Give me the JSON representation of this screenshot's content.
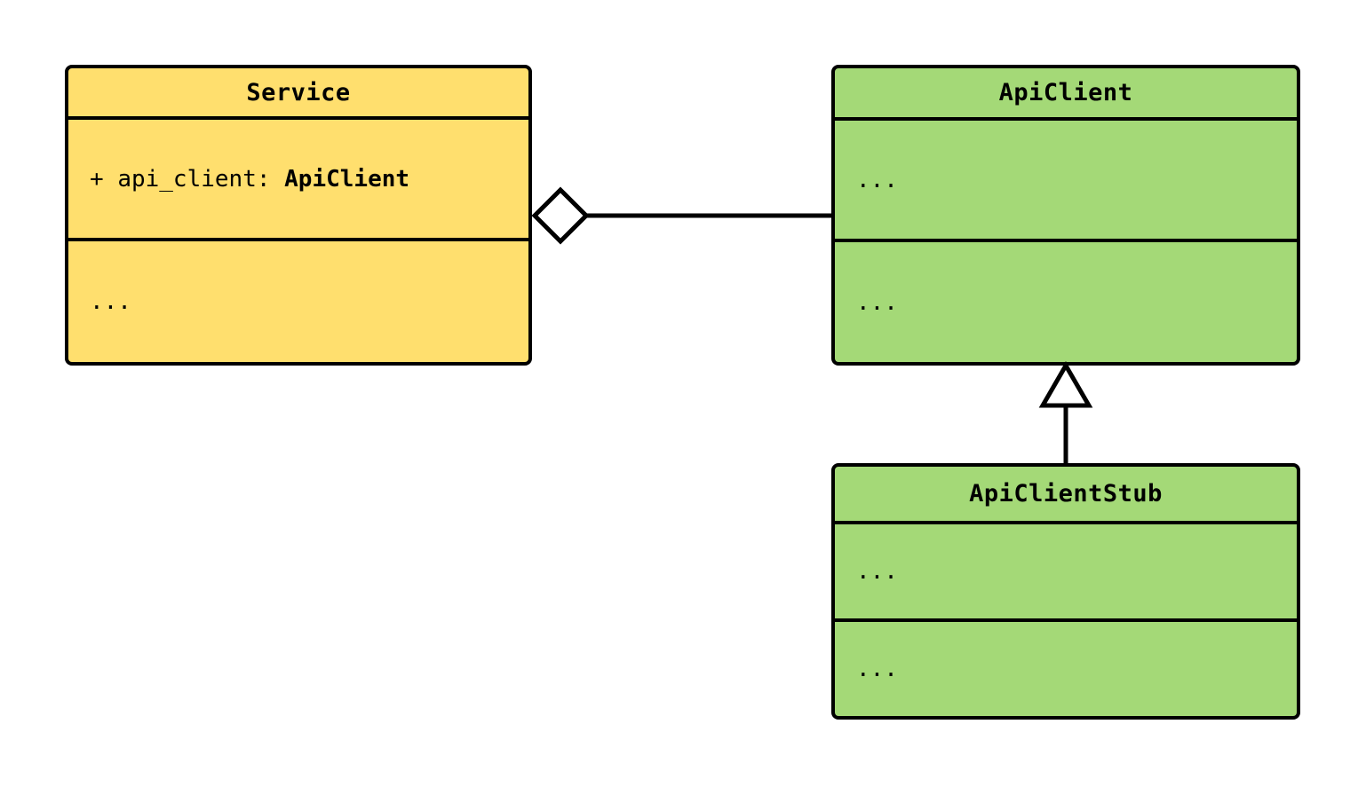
{
  "diagram": {
    "type": "uml-class-diagram",
    "background_color": "#ffffff",
    "line_color": "#000000",
    "classes": [
      {
        "id": "service",
        "name": "Service",
        "fill_color": "#ffdf6e",
        "attributes": "+ api_client: ApiClient",
        "attribute_visibility": "+",
        "attribute_name": "api_client: ",
        "attribute_type": "ApiClient",
        "operations": "..."
      },
      {
        "id": "apiclient",
        "name": "ApiClient",
        "fill_color": "#a4d977",
        "attributes": "...",
        "operations": "..."
      },
      {
        "id": "apiclientstub",
        "name": "ApiClientStub",
        "fill_color": "#a4d977",
        "attributes": "...",
        "operations": "..."
      }
    ],
    "relationships": [
      {
        "id": "service-aggregates-apiclient",
        "kind": "aggregation",
        "from": "Service",
        "to": "ApiClient",
        "marker": "hollow-diamond",
        "label": ""
      },
      {
        "id": "apiclientstub-inherits-apiclient",
        "kind": "generalization",
        "from": "ApiClientStub",
        "to": "ApiClient",
        "marker": "hollow-triangle",
        "label": ""
      }
    ]
  }
}
